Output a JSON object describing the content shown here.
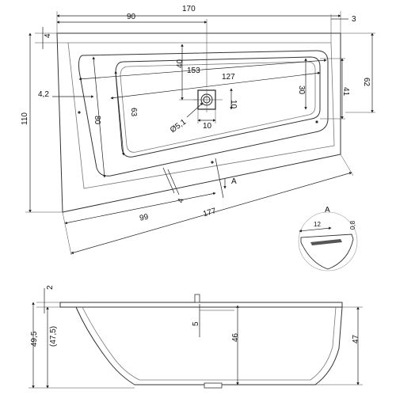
{
  "top_view": {
    "dim_total_width": "170",
    "dim_90": "90",
    "dim_3": "3",
    "dim_4": "4",
    "dim_153": "153",
    "dim_127": "127",
    "dim_40": "40",
    "dim_30": "30",
    "dim_41": "41",
    "dim_62": "62",
    "dim_4_2": "4,2",
    "dim_110": "110",
    "dim_80": "80",
    "dim_63": "63",
    "dim_10_v": "10",
    "dim_10_h": "10",
    "dim_drain": "Ø5,1",
    "dim_4_bottom": "4",
    "dim_99": "99",
    "dim_177": "177",
    "section_mark": "A"
  },
  "detail_A": {
    "label": "A",
    "dim_12": "12",
    "dim_0_8": "0,8"
  },
  "side_view": {
    "dim_2": "2",
    "dim_49_5": "49,5",
    "dim_47_5": "(47,5)",
    "dim_5": "5",
    "dim_46": "46",
    "dim_47": "47"
  }
}
